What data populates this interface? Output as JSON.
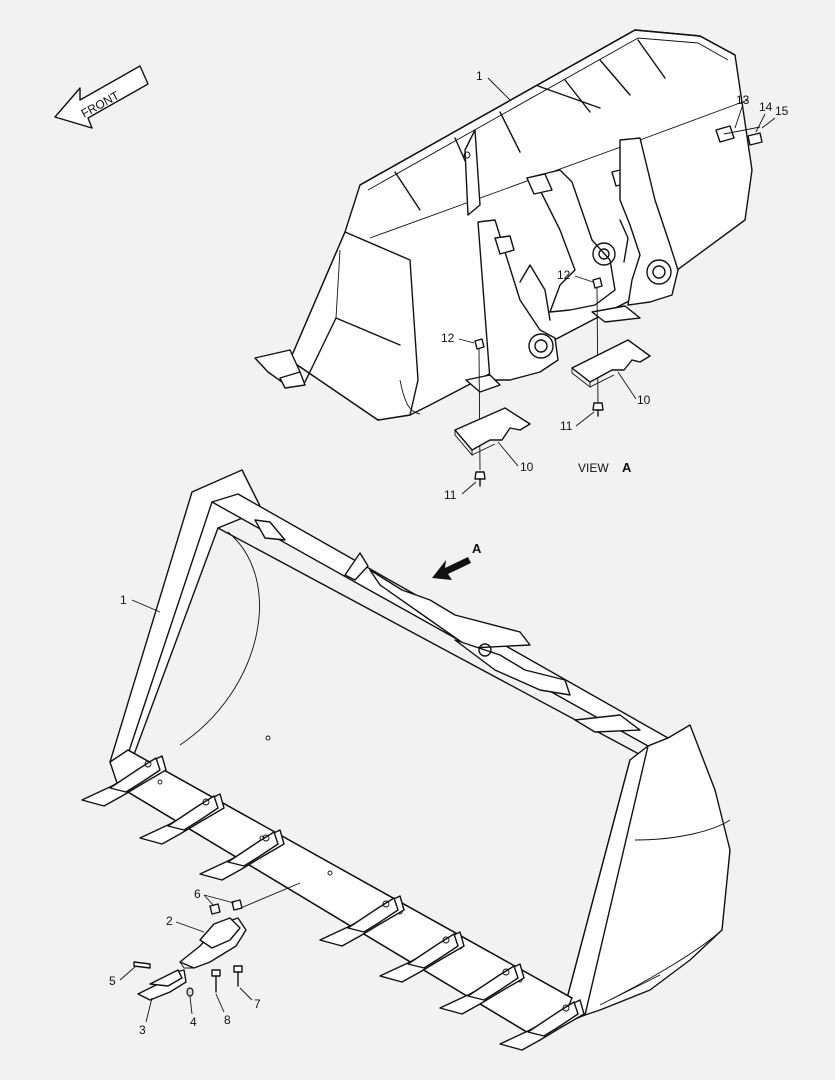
{
  "front_arrow": {
    "label": "FRONT"
  },
  "view": {
    "label": "VIEW",
    "letter": "A"
  },
  "view_arrow": {
    "letter": "A"
  },
  "callouts": {
    "top_bucket": "1",
    "item13": "13",
    "item14": "14",
    "item15": "15",
    "item12_right": "12",
    "item12_left": "12",
    "item10_right": "10",
    "item10_left": "10",
    "item11_right": "11",
    "item11_left": "11",
    "main_bucket": "1",
    "item6": "6",
    "item2": "2",
    "item5": "5",
    "item3": "3",
    "item4": "4",
    "item8": "8",
    "item7": "7"
  }
}
